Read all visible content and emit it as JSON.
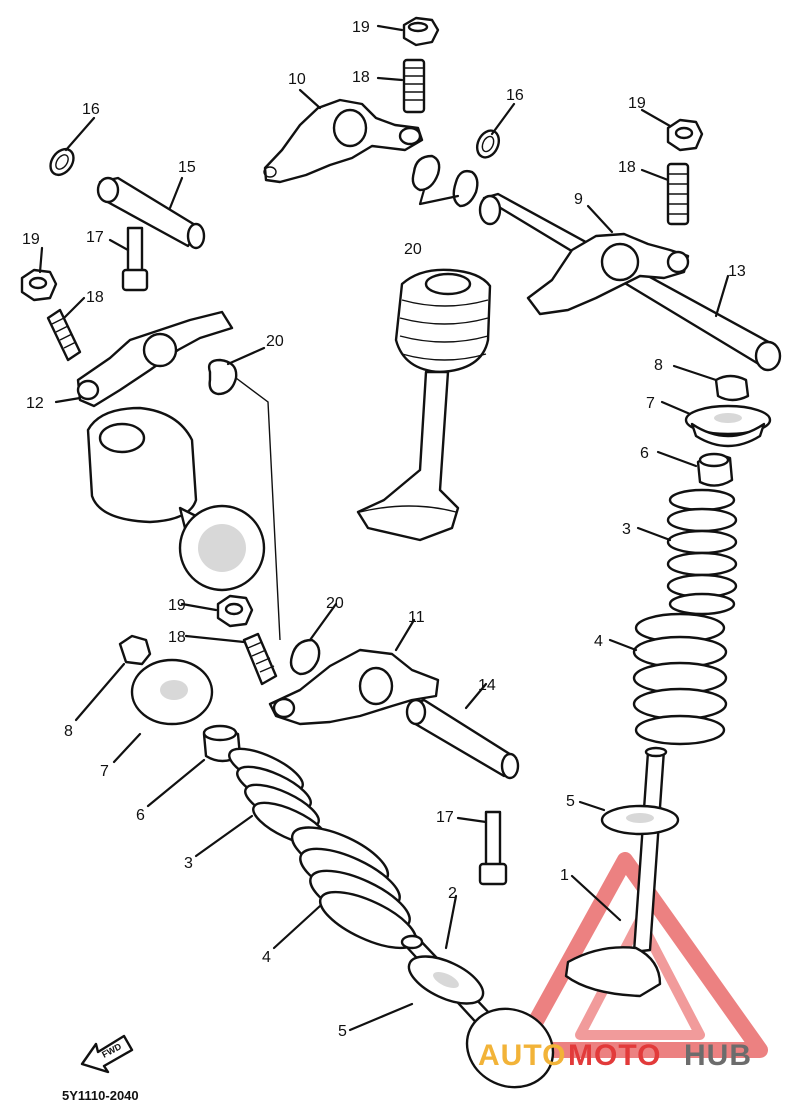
{
  "diagram_code": "5Y1110-2040",
  "forward_label": "FWD",
  "watermark": {
    "word1": "AUTO",
    "word2": "MOTO",
    "word3": "HUB",
    "color_red": "#e23a3a",
    "color_orange": "#f2b338",
    "color_gray": "#6c6c6c"
  },
  "callouts": {
    "c1": "1",
    "c2": "2",
    "c3a": "3",
    "c3b": "3",
    "c4a": "4",
    "c4b": "4",
    "c5a": "5",
    "c5b": "5",
    "c6a": "6",
    "c6b": "6",
    "c7a": "7",
    "c7b": "7",
    "c8a": "8",
    "c8b": "8",
    "c9": "9",
    "c10": "10",
    "c11": "11",
    "c12": "12",
    "c13": "13",
    "c14": "14",
    "c15": "15",
    "c16a": "16",
    "c16b": "16",
    "c17a": "17",
    "c17b": "17",
    "c18a": "18",
    "c18b": "18",
    "c18c": "18",
    "c18d": "18",
    "c19a": "19",
    "c19b": "19",
    "c19c": "19",
    "c19d": "19",
    "c20a": "20",
    "c20b": "20",
    "c20c": "20"
  }
}
